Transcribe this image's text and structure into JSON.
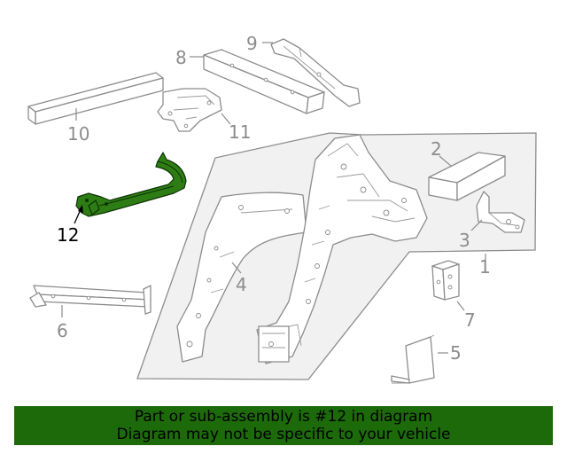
{
  "callouts": {
    "c1": "1",
    "c2": "2",
    "c3": "3",
    "c4": "4",
    "c5": "5",
    "c6": "6",
    "c7": "7",
    "c8": "8",
    "c9": "9",
    "c10": "10",
    "c11": "11",
    "c12": "12"
  },
  "highlighted_part": "12",
  "colors": {
    "highlight": "#2e7d14",
    "banner": "#1d6a0b",
    "outline": "#8c8c8c"
  },
  "banner": {
    "line1": "Part or sub-assembly is #12 in diagram",
    "line2": "Diagram may not be specific to your vehicle"
  }
}
